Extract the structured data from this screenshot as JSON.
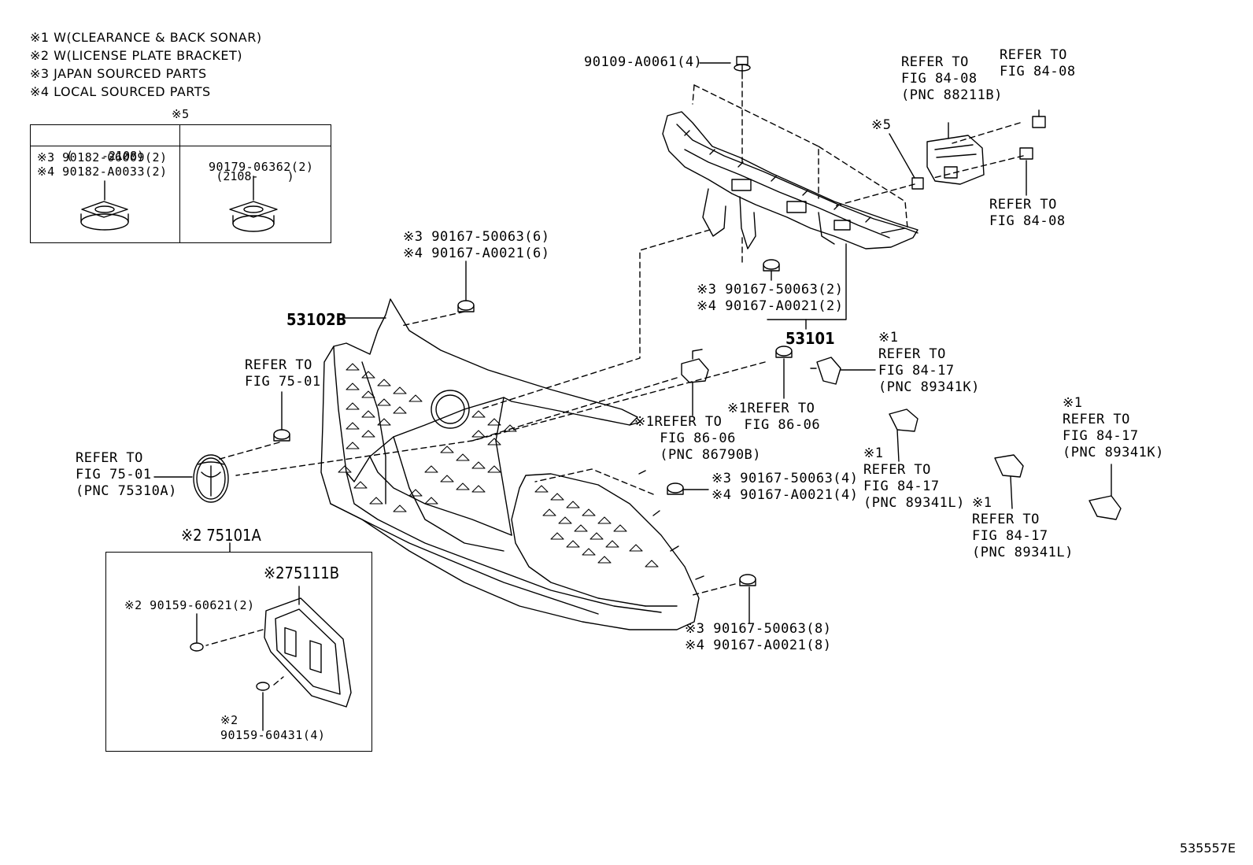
{
  "notes": [
    "※1 W(CLEARANCE & BACK SONAR)",
    "※2 W(LICENSE PLATE BRACKET)",
    "※3 JAPAN SOURCED PARTS",
    "※4 LOCAL SOURCED PARTS"
  ],
  "table": {
    "mark": "※5",
    "col_left_header": "(    -2108)",
    "col_right_header": "(2108-    )",
    "left_part_1": "※3 90182-06009(2)",
    "left_part_2": "※4 90182-A0033(2)",
    "right_part": "90179-06362(2)"
  },
  "labels": {
    "top_bolt": "90109-A0061(4)",
    "refer_84_08_a": "REFER TO\nFIG 84-08\n(PNC 88211B)",
    "refer_84_08_b": "REFER TO\nFIG 84-08",
    "refer_84_08_c": "REFER TO\nFIG 84-08",
    "mark_5": "※5",
    "clip_top": "※3 90167-50063(6)\n※4 90167-A0021(6)",
    "clip_mid": "※3 90167-50063(2)\n※4 90167-A0021(2)",
    "part_53102b": "53102B",
    "part_53101": "53101",
    "refer_75_01_a": "REFER TO\nFIG 75-01",
    "refer_75_01_b": "REFER TO\nFIG 75-01\n(PNC 75310A)",
    "refer_86_06_a": "※1REFER TO\n   FIG 86-06\n   (PNC 86790B)",
    "refer_86_06_b": "※1REFER TO\n  FIG 86-06",
    "refer_84_17_a": "※1\nREFER TO\nFIG 84-17\n(PNC 89341K)",
    "refer_84_17_b": "※1\nREFER TO\nFIG 84-17\n(PNC 89341L)",
    "refer_84_17_c": "※1\nREFER TO\nFIG 84-17\n(PNC 89341K)",
    "refer_84_17_d": "※1\nREFER TO\nFIG 84-17\n(PNC 89341L)",
    "clip_right": "※3 90167-50063(4)\n※4 90167-A0021(4)",
    "clip_bottom": "※3 90167-50063(8)\n※4 90167-A0021(8)",
    "part_75101a": "※2 75101A",
    "part_75111b": "※275111B",
    "bolt_60621": "※2 90159-60621(2)",
    "bolt_60431": "※2\n90159-60431(4)"
  },
  "diagram_id": "535557E"
}
